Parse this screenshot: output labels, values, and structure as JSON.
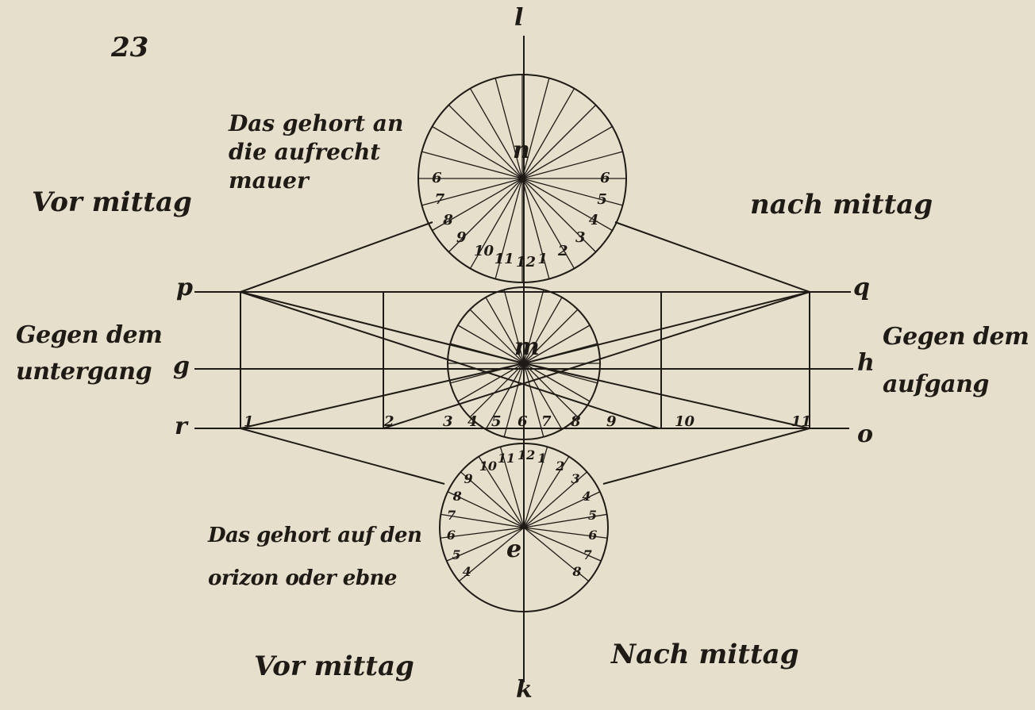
{
  "page_number": "23",
  "labels": {
    "top_note": [
      "Das gehort an",
      "die aufrecht",
      "mauer"
    ],
    "bottom_note": [
      "Das gehort auf den",
      "orizon oder ebne"
    ],
    "vor_mittag_top": "Vor mittag",
    "nach_mittag_top": "nach mittag",
    "gegen_untergang": [
      "Gegen dem",
      "untergang"
    ],
    "gegen_aufgang": [
      "Gegen dem",
      "aufgang"
    ],
    "vor_mittag_bottom": "Vor mittag",
    "nach_mittag_bottom": "Nach mittag"
  },
  "points": {
    "l": "l",
    "p": "p",
    "q": "q",
    "g": "g",
    "h": "h",
    "r": "r",
    "o": "o",
    "k": "k",
    "m": "m",
    "n": "n",
    "e": "e"
  },
  "top_dial_hours": [
    "6",
    "7",
    "8",
    "9",
    "10",
    "11",
    "12",
    "1",
    "2",
    "3",
    "4",
    "5",
    "6"
  ],
  "bottom_dial_hours": [
    "4",
    "5",
    "6",
    "7",
    "8",
    "9",
    "10",
    "11",
    "12",
    "1",
    "2",
    "3",
    "4",
    "5",
    "6",
    "7",
    "8"
  ],
  "baseline_numbers": [
    "1",
    "2",
    "3",
    "4",
    "5",
    "6",
    "7",
    "8",
    "9",
    "10",
    "11"
  ],
  "colors": {
    "paper": "#e6dfcb",
    "ink": "#1e1a16"
  }
}
